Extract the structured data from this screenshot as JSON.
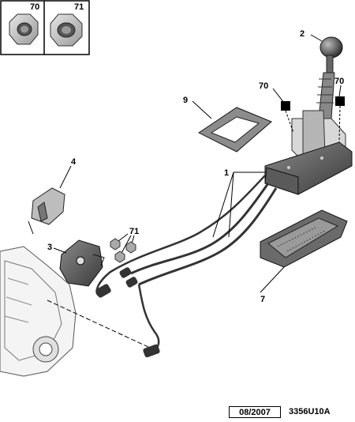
{
  "labels": {
    "nut_a": "70",
    "nut_b": "71",
    "knob": "2",
    "ref_70_mid": "70",
    "ref_70_right": "70",
    "gaiter": "9",
    "assembly": "1",
    "bracket_top": "4",
    "bracket_lower": "3",
    "nuts_71": "71",
    "tray": "7"
  },
  "footer": {
    "date": "08/2007",
    "ref": "3356U10A"
  }
}
